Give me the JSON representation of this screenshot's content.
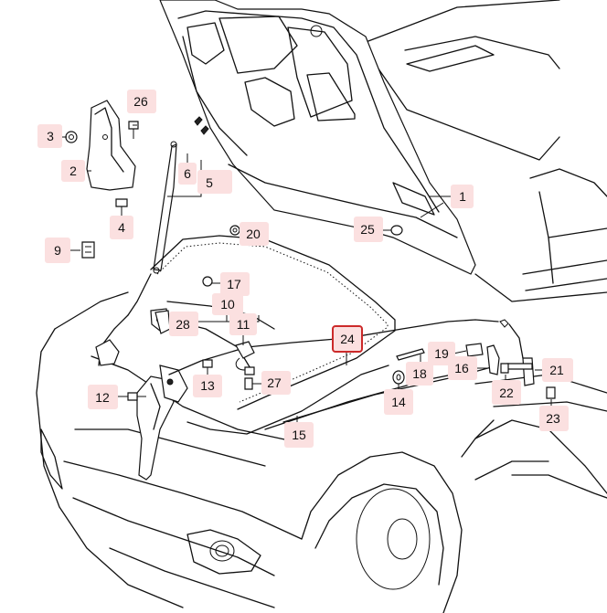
{
  "diagram": {
    "colors": {
      "callout_fill": "#fbe0e0",
      "highlight_border": "#cc2a2a",
      "line": "#111111"
    },
    "highlighted_callout": "24",
    "callouts": [
      {
        "id": "c1",
        "label": "1"
      },
      {
        "id": "c2",
        "label": "2"
      },
      {
        "id": "c3",
        "label": "3"
      },
      {
        "id": "c4",
        "label": "4"
      },
      {
        "id": "c5",
        "label": "5"
      },
      {
        "id": "c6",
        "label": "6"
      },
      {
        "id": "c9",
        "label": "9"
      },
      {
        "id": "c10",
        "label": "10"
      },
      {
        "id": "c11",
        "label": "11"
      },
      {
        "id": "c12",
        "label": "12"
      },
      {
        "id": "c13",
        "label": "13"
      },
      {
        "id": "c14",
        "label": "14"
      },
      {
        "id": "c15",
        "label": "15"
      },
      {
        "id": "c16",
        "label": "16"
      },
      {
        "id": "c17",
        "label": "17"
      },
      {
        "id": "c18",
        "label": "18"
      },
      {
        "id": "c19",
        "label": "19"
      },
      {
        "id": "c20",
        "label": "20"
      },
      {
        "id": "c21",
        "label": "21"
      },
      {
        "id": "c22",
        "label": "22"
      },
      {
        "id": "c23",
        "label": "23"
      },
      {
        "id": "c24",
        "label": "24"
      },
      {
        "id": "c25",
        "label": "25"
      },
      {
        "id": "c26",
        "label": "26"
      },
      {
        "id": "c27",
        "label": "27"
      },
      {
        "id": "c28",
        "label": "28"
      }
    ]
  }
}
